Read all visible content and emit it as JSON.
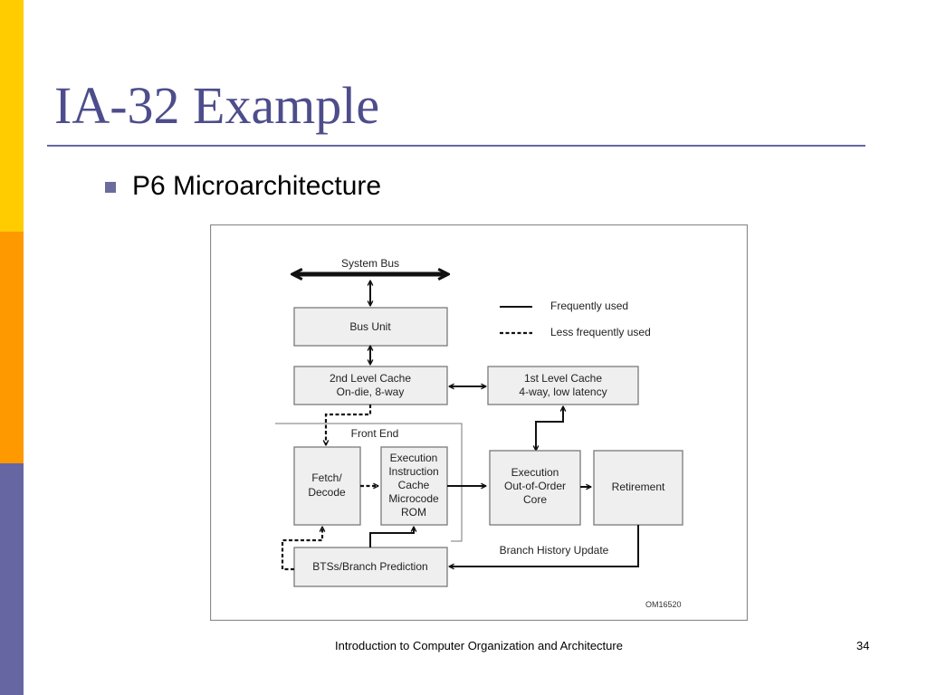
{
  "slide": {
    "title": "IA-32 Example",
    "bullet": "P6 Microarchitecture",
    "footer": "Introduction to Computer Organization and Architecture",
    "page_number": "34"
  },
  "diagram": {
    "system_bus": "System Bus",
    "bus_unit": "Bus Unit",
    "l2_cache": [
      "2nd Level Cache",
      "On-die, 8-way"
    ],
    "l1_cache": [
      "1st  Level  Cache",
      "4-way, low latency"
    ],
    "front_end": "Front End",
    "fetch_decode": [
      "Fetch/",
      "Decode"
    ],
    "exec_cache": [
      "Execution",
      "Instruction",
      "Cache",
      "Microcode",
      "ROM"
    ],
    "ooo_core": [
      "Execution",
      "Out-of-Order",
      "Core"
    ],
    "retirement": "Retirement",
    "btb": "BTSs/Branch Prediction",
    "branch_history": "Branch  History  Update",
    "legend": {
      "frequent": "Frequently  used",
      "less": "Less  frequently  used"
    },
    "figure_id": "OM16520"
  },
  "colors": {
    "sidebar_top": "#FFCC00",
    "sidebar_middle": "#FF9900",
    "sidebar_bottom": "#6666A3",
    "title": "#4D4D8C",
    "rule": "#6666A3"
  }
}
